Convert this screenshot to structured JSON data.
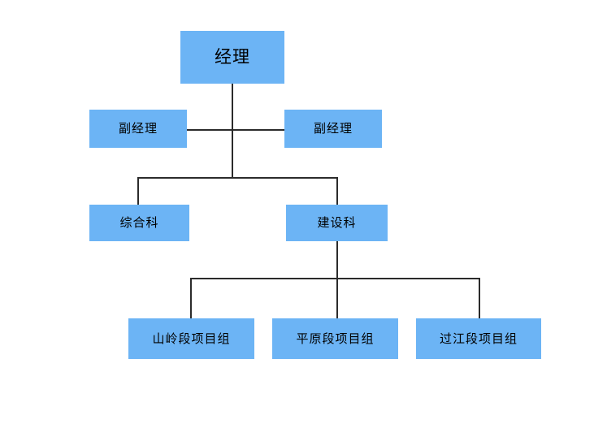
{
  "chart_data": {
    "type": "diagram",
    "diagram_kind": "organization-chart",
    "title": "",
    "orientation": "top-down",
    "box_fill_color": "#6CB4F5",
    "line_color": "#2b2b2b",
    "background_color": "#ffffff",
    "levels": 4,
    "nodes": [
      {
        "id": "manager",
        "label": "经理",
        "level": 1,
        "parent": null
      },
      {
        "id": "deputy-left",
        "label": "副经理",
        "level": 2,
        "parent": "manager"
      },
      {
        "id": "deputy-right",
        "label": "副经理",
        "level": 2,
        "parent": "manager"
      },
      {
        "id": "general-affairs",
        "label": "综合科",
        "level": 3,
        "parent": "manager"
      },
      {
        "id": "construction",
        "label": "建设科",
        "level": 3,
        "parent": "manager"
      },
      {
        "id": "team-mountain",
        "label": "山岭段项目组",
        "level": 4,
        "parent": "construction"
      },
      {
        "id": "team-plain",
        "label": "平原段项目组",
        "level": 4,
        "parent": "construction"
      },
      {
        "id": "team-river",
        "label": "过江段项目组",
        "level": 4,
        "parent": "construction"
      }
    ]
  },
  "org_chart": {
    "manager": {
      "label": "经理"
    },
    "deputies": [
      {
        "label": "副经理"
      },
      {
        "label": "副经理"
      }
    ],
    "sections": [
      {
        "label": "综合科"
      },
      {
        "label": "建设科"
      }
    ],
    "project_teams": [
      {
        "label": "山岭段项目组"
      },
      {
        "label": "平原段项目组"
      },
      {
        "label": "过江段项目组"
      }
    ]
  }
}
